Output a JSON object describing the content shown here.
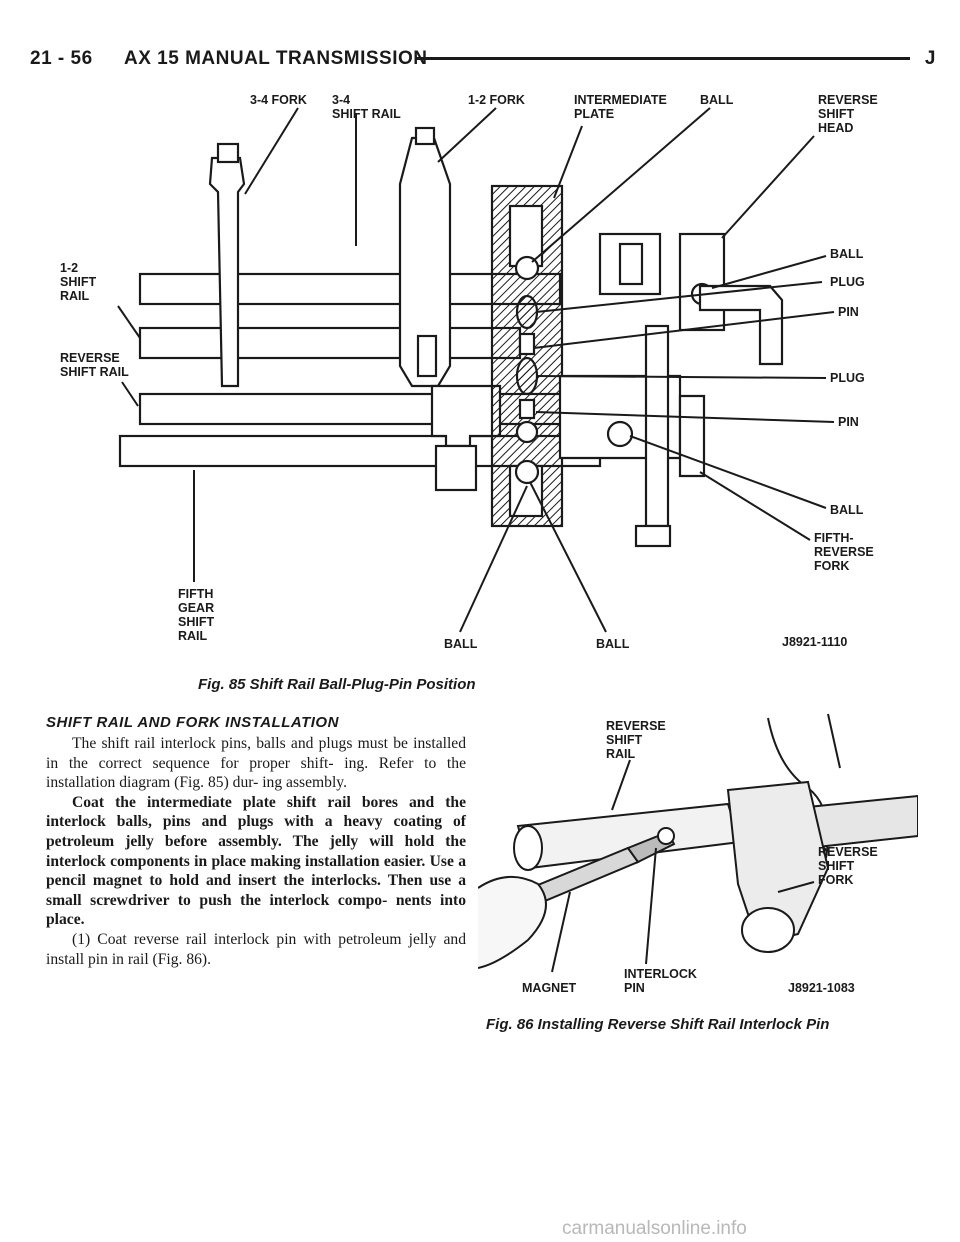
{
  "header": {
    "page_number": "21 - 56",
    "title": "AX 15 MANUAL TRANSMISSION",
    "letter": "J"
  },
  "figure85": {
    "caption": "Fig. 85 Shift Rail Ball-Plug-Pin Position",
    "code": "J8921-1110",
    "labels": {
      "fork_34": "3-4 FORK",
      "rail_34_a": "3-4",
      "rail_34_b": "SHIFT RAIL",
      "fork_12": "1-2 FORK",
      "plate_a": "INTERMEDIATE",
      "plate_b": "PLATE",
      "ball_top": "BALL",
      "rev_head_a": "REVERSE",
      "rev_head_b": "SHIFT",
      "rev_head_c": "HEAD",
      "rail_12_a": "1-2",
      "rail_12_b": "SHIFT",
      "rail_12_c": "RAIL",
      "rev_rail_a": "REVERSE",
      "rev_rail_b": "SHIFT RAIL",
      "ball_r1": "BALL",
      "plug_r1": "PLUG",
      "pin_r1": "PIN",
      "plug_r2": "PLUG",
      "pin_r2": "PIN",
      "ball_r2": "BALL",
      "fifth_fork_a": "FIFTH-",
      "fifth_fork_b": "REVERSE",
      "fifth_fork_c": "FORK",
      "fifth_rail_a": "FIFTH",
      "fifth_rail_b": "GEAR",
      "fifth_rail_c": "SHIFT",
      "fifth_rail_d": "RAIL",
      "ball_b1": "BALL",
      "ball_b2": "BALL"
    }
  },
  "section": {
    "title": "SHIFT RAIL AND FORK INSTALLATION",
    "paragraphs": [
      "The shift rail interlock pins, balls and plugs must be installed in the correct sequence for proper shift- ing. Refer to the installation diagram (Fig. 85) dur- ing assembly.",
      "Coat the intermediate plate shift rail bores and the interlock balls, pins and plugs with a heavy coating of petroleum jelly before assembly. The jelly will hold the interlock components in place making installation easier. Use a pencil magnet to hold and insert the interlocks. Then use a small screwdriver to push the interlock compo- nents into place.",
      "(1) Coat reverse rail interlock pin with petroleum jelly and install pin in rail (Fig. 86)."
    ]
  },
  "figure86": {
    "caption": "Fig. 86 Installing Reverse Shift Rail Interlock Pin",
    "code": "J8921-1083",
    "labels": {
      "rev_rail_a": "REVERSE",
      "rev_rail_b": "SHIFT",
      "rev_rail_c": "RAIL",
      "rev_fork_a": "REVERSE",
      "rev_fork_b": "SHIFT",
      "rev_fork_c": "FORK",
      "magnet": "MAGNET",
      "pin_a": "INTERLOCK",
      "pin_b": "PIN"
    }
  },
  "watermark": "carmanualsonline.info"
}
